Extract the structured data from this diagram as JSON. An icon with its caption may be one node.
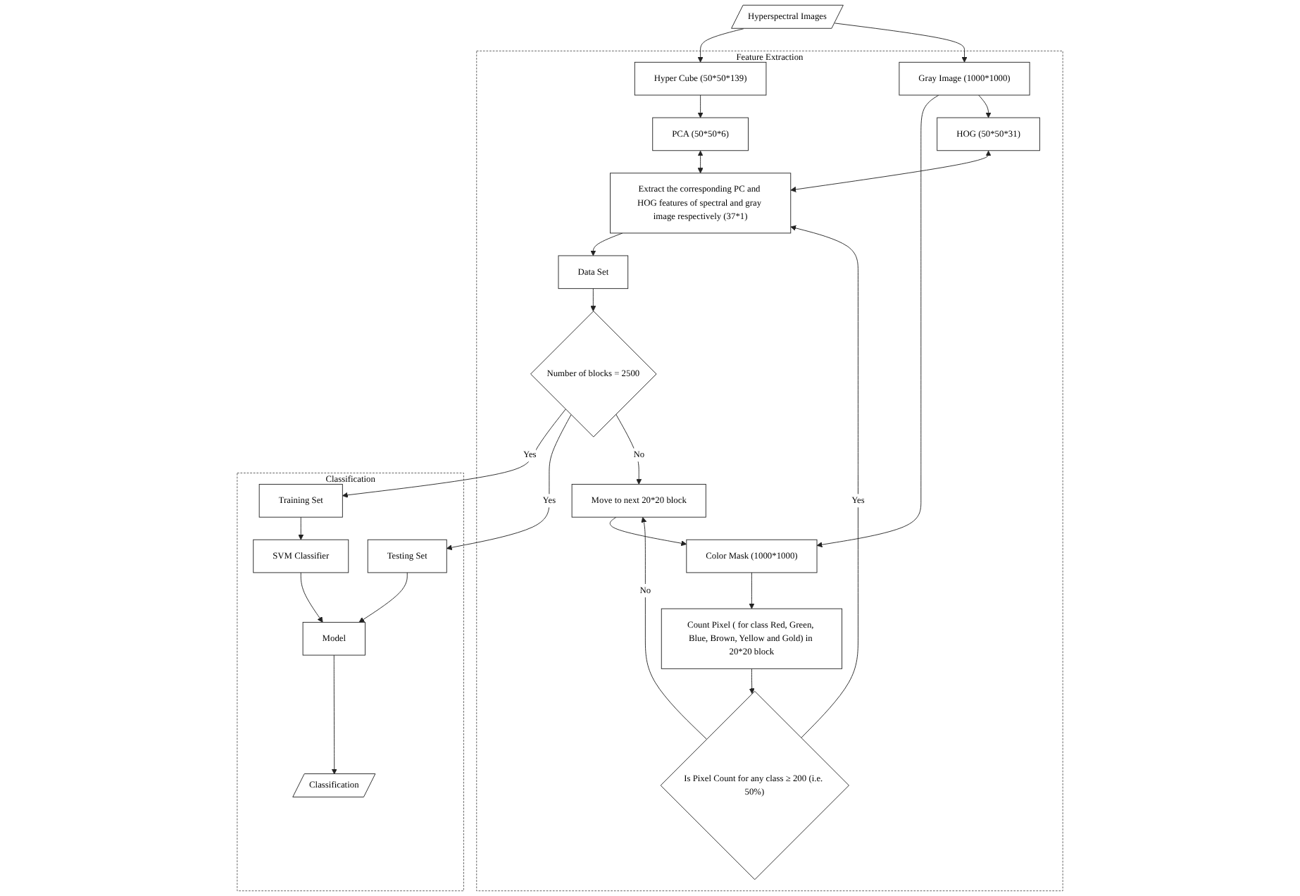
{
  "diagram": {
    "nodes": [
      {
        "text": [
          "Hyperspectral Images"
        ]
      },
      {
        "text": [
          "Feature Extraction"
        ]
      },
      {
        "text": [
          "Hyper Cube (50*50*139)"
        ],
        "in": 1
      },
      {
        "text": [
          "Gray Image (1000*1000)"
        ],
        "in": 1
      },
      {
        "text": [
          "Color Mask (1000*1000)"
        ],
        "in": 1
      },
      {
        "text": [
          "PCA (50*50*6)"
        ],
        "in": 1
      },
      {
        "text": [
          "HOG (50*50*31)"
        ],
        "in": 1
      },
      {
        "text": [
          "Count Pixel ( for class Red, Green, Blue, Brown, Yellow and Gold) in 20*20 block"
        ],
        "in": 1
      },
      {
        "text": [
          "Extract the corresponding PC and HOG features of spectral and gray image respectively (37*1)"
        ],
        "in": 1
      },
      {
        "text": [
          "Is Pixel Count for any class ≥ 200 (i.e. 50%)"
        ],
        "in": 1
      },
      {
        "text": [
          "Move to next 20*20 block"
        ],
        "in": 1
      },
      {
        "text": [
          "Data Set"
        ],
        "in": 1
      },
      {
        "text": [
          "Number of blocks = 2500"
        ],
        "in": 1
      },
      {
        "text": [
          "Classification"
        ]
      },
      {
        "text": [
          "Training Set"
        ],
        "in": 13
      },
      {
        "text": [
          "Testing Set"
        ],
        "in": 13
      },
      {
        "text": [
          "SVM Classifier"
        ],
        "in": 13
      },
      {
        "text": [
          "Model"
        ],
        "in": 13
      },
      {
        "text": [
          "Classification"
        ],
        "in": 13
      }
    ],
    "edges": [
      {
        "from": 0,
        "to": 2,
        "arrow": "to"
      },
      {
        "from": 0,
        "to": 3,
        "arrow": "to"
      },
      {
        "from": 2,
        "to": 5,
        "arrow": "to"
      },
      {
        "from": 3,
        "to": 4,
        "arrow": "to"
      },
      {
        "from": 3,
        "to": 6,
        "arrow": "to"
      },
      {
        "from": 4,
        "to": 7,
        "arrow": "to"
      },
      {
        "from": 5,
        "to": 8,
        "arrow": "both"
      },
      {
        "from": 6,
        "to": 8,
        "arrow": "both"
      },
      {
        "from": 7,
        "to": 9,
        "arrow": "to"
      },
      {
        "from": 9,
        "to": 8,
        "arrow": "to",
        "label": "Yes"
      },
      {
        "from": 9,
        "to": 10,
        "arrow": "to",
        "label": "No"
      },
      {
        "from": 8,
        "to": 11,
        "arrow": "to"
      },
      {
        "from": 11,
        "to": 12,
        "arrow": "to"
      },
      {
        "from": 12,
        "to": 14,
        "arrow": "to",
        "label": "Yes"
      },
      {
        "from": 12,
        "to": 15,
        "arrow": "to",
        "label": "Yes"
      },
      {
        "from": 14,
        "to": 16,
        "arrow": "to"
      },
      {
        "from": 16,
        "to": 17,
        "arrow": "to"
      },
      {
        "from": 15,
        "to": 17,
        "arrow": "to"
      },
      {
        "from": 17,
        "to": 18,
        "arrow": "to"
      },
      {
        "from": 12,
        "to": 10,
        "arrow": "to",
        "label": "No"
      },
      {
        "from": 10,
        "to": 4,
        "arrow": "to"
      }
    ]
  }
}
